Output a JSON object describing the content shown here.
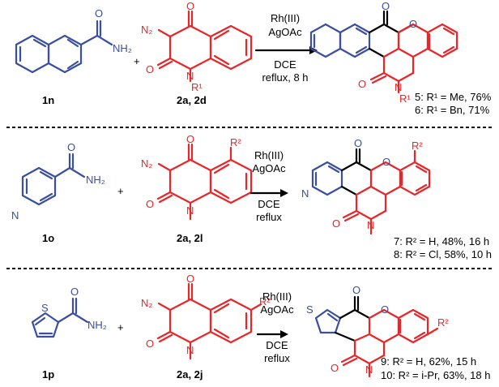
{
  "row1": {
    "amide_label": "1n",
    "diazo_label": "2a, 2d",
    "conditions": [
      "Rh(III)",
      "AgOAc",
      "DCE",
      "reflux, 8 h"
    ],
    "product_lines": [
      "5: R¹ = Me, 76%",
      "6: R¹ = Bn, 71%"
    ],
    "r_group": "R¹"
  },
  "row2": {
    "amide_label": "1o",
    "diazo_label": "2a, 2l",
    "conditions": [
      "Rh(III)",
      "AgOAc",
      "DCE",
      "reflux"
    ],
    "product_lines": [
      "7: R² = H, 48%, 16 h",
      "8: R² = Cl, 58%, 10 h"
    ],
    "r_group": "R²"
  },
  "row3": {
    "amide_label": "1p",
    "diazo_label": "2a, 2j",
    "conditions": [
      "Rh(III)",
      "AgOAc",
      "DCE",
      "reflux"
    ],
    "product_lines": [
      "9: R² = H, 62%, 15 h",
      "10: R² = i-Pr, 63%, 18 h"
    ],
    "r_group": "R²"
  },
  "atoms": {
    "O": "O",
    "N": "N",
    "S": "S",
    "NH2": "NH₂",
    "N2": "N₂",
    "plus": "+"
  },
  "colors": {
    "blue": "#3a4fa0",
    "red": "#e8262a",
    "black": "#000000"
  }
}
